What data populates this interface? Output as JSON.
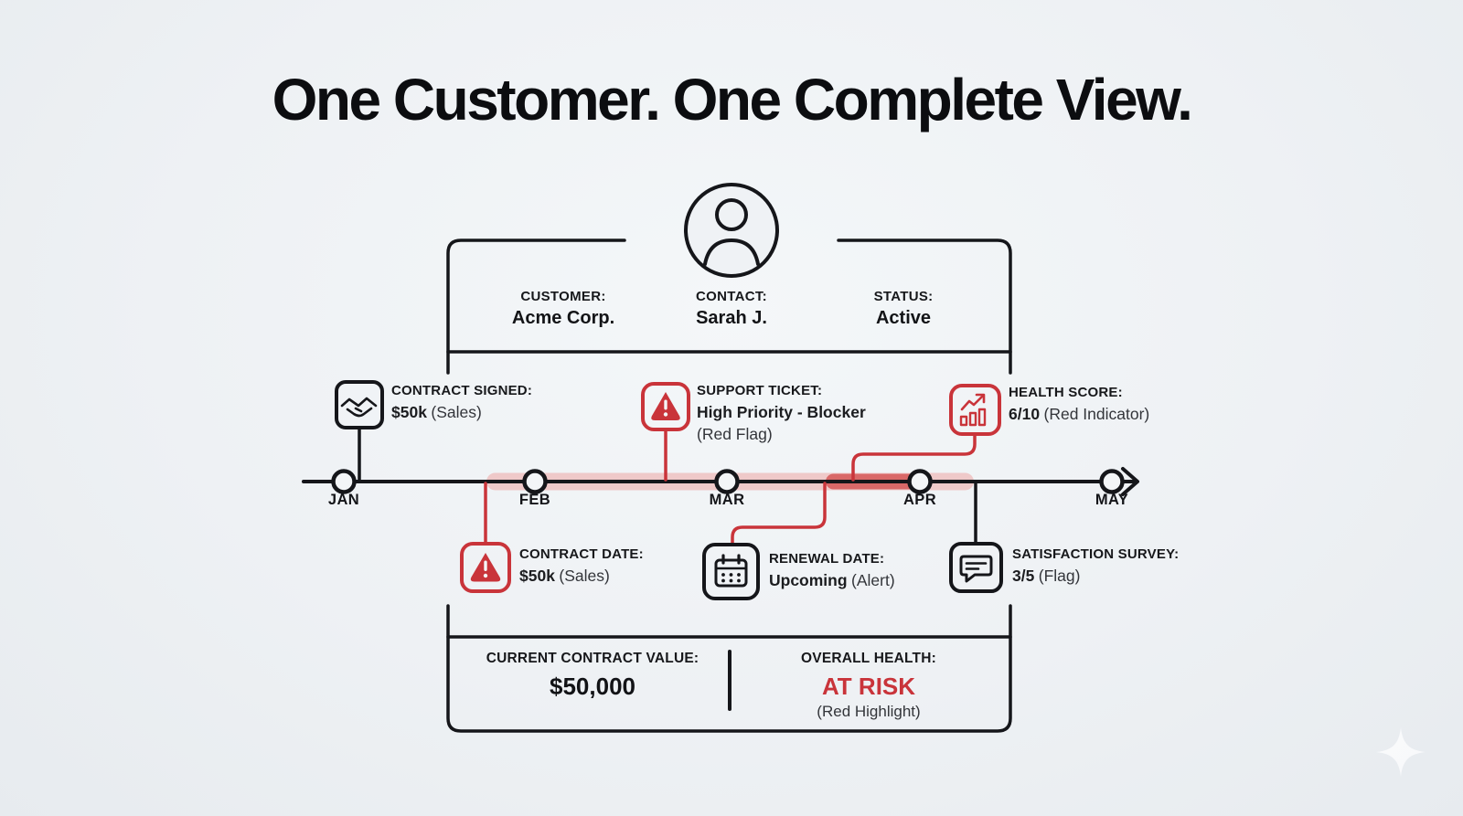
{
  "title": "One Customer. One Complete View.",
  "customer_card": {
    "fields": [
      {
        "label": "CUSTOMER:",
        "value": "Acme Corp."
      },
      {
        "label": "CONTACT:",
        "value": "Sarah J."
      },
      {
        "label": "STATUS:",
        "value": "Active"
      }
    ]
  },
  "timeline": {
    "months": [
      "JAN",
      "FEB",
      "MAR",
      "APR",
      "MAY"
    ],
    "events_above": [
      {
        "icon": "handshake-icon",
        "label": "CONTRACT SIGNED:",
        "value": "$50k",
        "note": "(Sales)"
      },
      {
        "icon": "alert-triangle-icon",
        "label": "SUPPORT TICKET:",
        "value": "High Priority - Blocker",
        "note": "(Red Flag)"
      },
      {
        "icon": "trend-chart-icon",
        "label": "HEALTH SCORE:",
        "value": "6/10",
        "note": "(Red Indicator)"
      }
    ],
    "events_below": [
      {
        "icon": "alert-triangle-icon",
        "label": "CONTRACT DATE:",
        "value": "$50k",
        "note": "(Sales)"
      },
      {
        "icon": "calendar-icon",
        "label": "RENEWAL DATE:",
        "value": "Upcoming",
        "note": "(Alert)"
      },
      {
        "icon": "chat-bubble-icon",
        "label": "SATISFACTION SURVEY:",
        "value": "3/5",
        "note": "(Flag)"
      }
    ]
  },
  "summary_card": {
    "left": {
      "label": "CURRENT CONTRACT VALUE:",
      "value": "$50,000"
    },
    "right": {
      "label": "OVERALL HEALTH:",
      "value": "AT RISK",
      "note": "(Red Highlight)"
    }
  },
  "colors": {
    "background": "#eef1f4",
    "ink": "#15161a",
    "accent_red": "#c9343a",
    "band_pink": "#efc9c9",
    "band_dark_red": "#d96868"
  }
}
